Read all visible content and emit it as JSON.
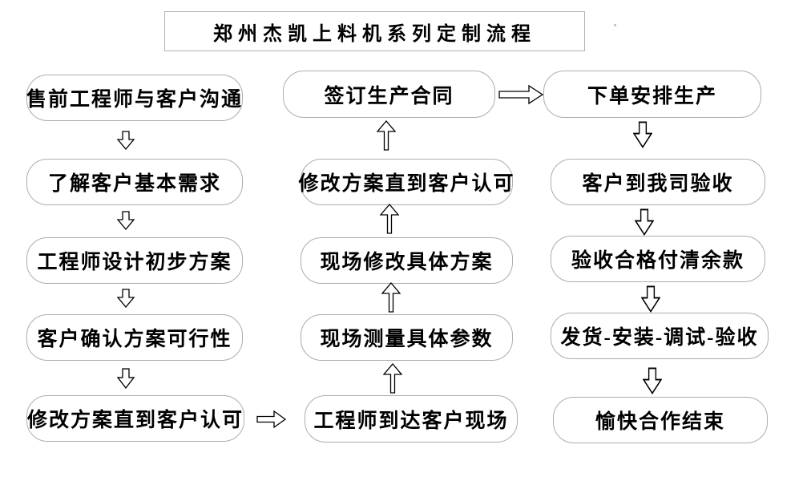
{
  "title": "郑州杰凯上料机系列定制流程",
  "nodes": {
    "left": [
      "售前工程师与客户沟通",
      "了解客户基本需求",
      "工程师设计初步方案",
      "客户确认方案可行性",
      "修改方案直到客户认可"
    ],
    "middle": [
      "签订生产合同",
      "修改方案直到客户认可",
      "现场修改具体方案",
      "现场测量具体参数",
      "工程师到达客户现场"
    ],
    "right": [
      "下单安排生产",
      "客户到我司验收",
      "验收合格付清余款",
      "发货-安装-调试-验收",
      "愉快合作结束"
    ]
  },
  "colors": {
    "background": "#FFFFFF",
    "box_border": "#ADADAD",
    "title_border": "#B3B3B3",
    "text": "#000000",
    "arrow_outline": "#000000",
    "arrow_fill": "#FFFFFF"
  }
}
